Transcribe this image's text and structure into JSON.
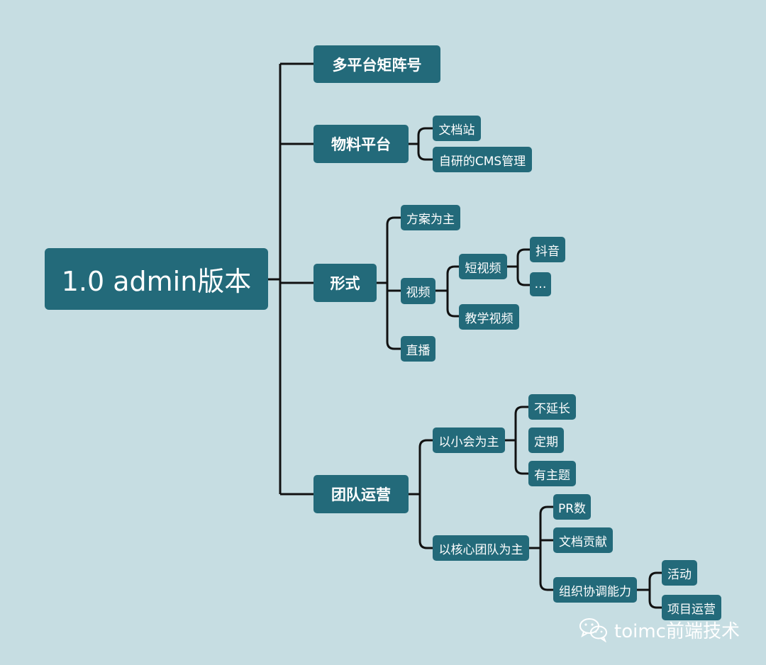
{
  "root": "1.0 admin版本",
  "branches": {
    "matrix": "多平台矩阵号",
    "material": {
      "label": "物料平台",
      "children": [
        "文档站",
        "自研的CMS管理"
      ]
    },
    "form": {
      "label": "形式",
      "plan": "方案为主",
      "video": {
        "label": "视频",
        "short": {
          "label": "短视频",
          "children": [
            "抖音",
            "…"
          ]
        },
        "teaching": "教学视频"
      },
      "live": "直播"
    },
    "team": {
      "label": "团队运营",
      "small_meeting": {
        "label": "以小会为主",
        "children": [
          "不延长",
          "定期",
          "有主题"
        ]
      },
      "core_team": {
        "label": "以核心团队为主",
        "pr": "PR数",
        "doc": "文档贡献",
        "ability": {
          "label": "组织协调能力",
          "children": [
            "活动",
            "项目运营"
          ]
        }
      }
    }
  },
  "watermark": "toimc前端技术",
  "colors": {
    "background": "#c6dde2",
    "node": "#236a7a",
    "line": "#111111"
  }
}
